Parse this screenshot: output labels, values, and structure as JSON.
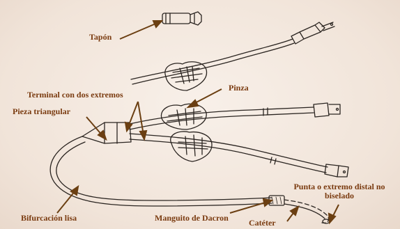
{
  "labels": {
    "tapon": "Tapón",
    "pinza": "Pinza",
    "terminal": "Terminal con dos extremos",
    "pieza": "Pieza triangular",
    "punta_line1": "Punta o extremo distal no",
    "punta_line2": "biselado",
    "bifurcacion": "Bifurcación lisa",
    "manguito": "Manguito de Dacron",
    "cateter": "Catéter"
  },
  "colors": {
    "label_text": "#7a3b10",
    "arrow": "#6b3f12",
    "drawing": "#2a2420",
    "background": "#f5ebe2"
  }
}
